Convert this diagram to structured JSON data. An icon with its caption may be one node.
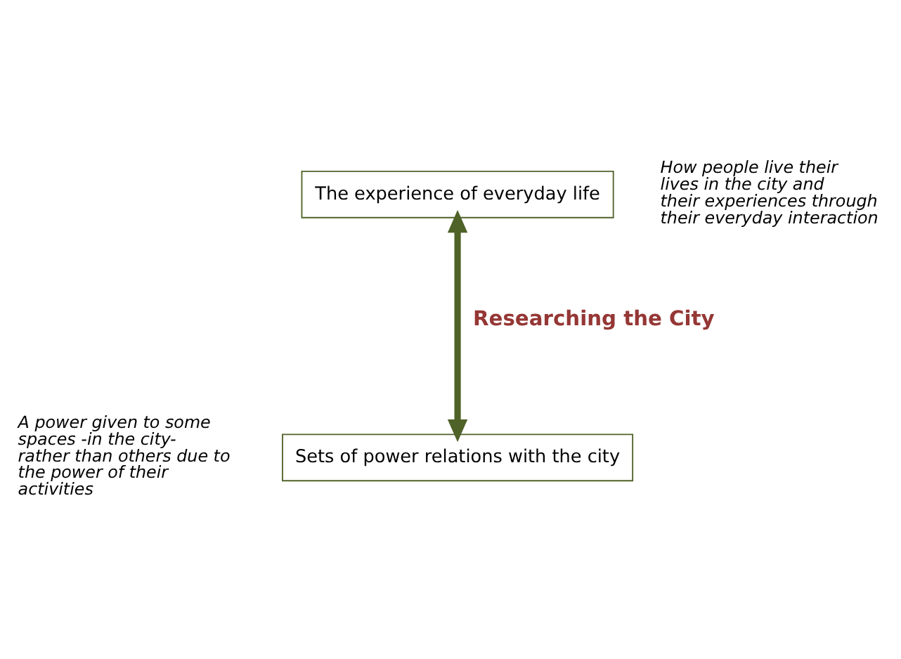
{
  "diagram": {
    "nodes": [
      {
        "text": [
          "The experience of everyday life"
        ],
        "beside": [
          "How people live their lives in the city and their experiences through their everyday interaction"
        ]
      },
      {
        "text": [
          "Sets of power relations with the city"
        ],
        "beside": [
          "A power given to some spaces -in the city- rather than others due to the power of their activities"
        ]
      }
    ],
    "edges": [
      {
        "from": 0,
        "to": 1,
        "arrow": "both",
        "label": "Researching the City",
        "color": "#4f6228"
      }
    ]
  }
}
